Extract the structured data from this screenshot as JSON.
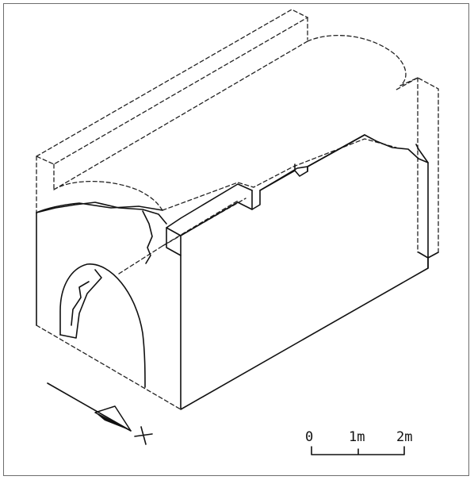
{
  "scale_bar": {
    "labels": [
      "0",
      "1m",
      "2m"
    ]
  },
  "colors": {
    "ink": "#111111",
    "frame": "#6d6d6d",
    "background": "#ffffff"
  }
}
